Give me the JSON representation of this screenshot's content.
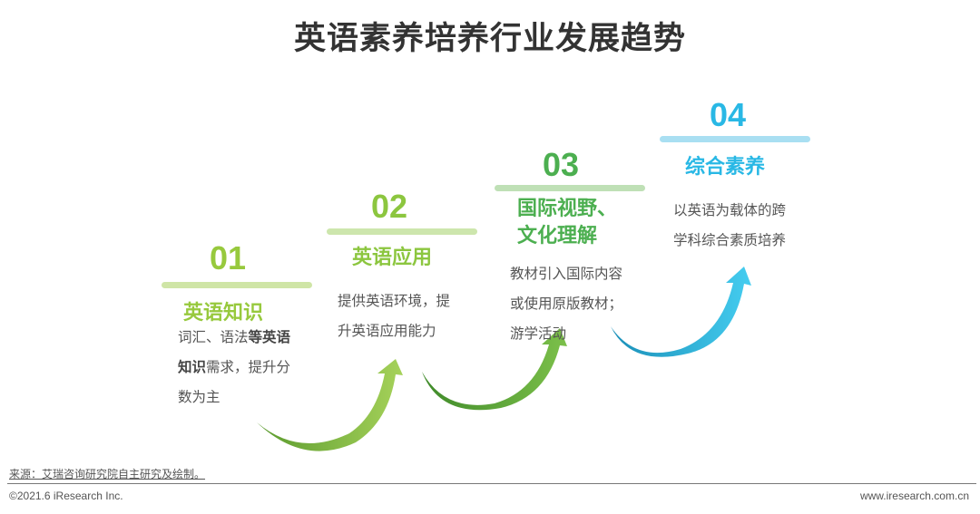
{
  "title": "英语素养培养行业发展趋势",
  "steps": [
    {
      "number": "01",
      "heading": "英语知识",
      "desc_lines": [
        [
          "词汇、语法",
          "等英语"
        ],
        [
          "知识",
          "需求，提升分"
        ],
        [
          "数为主",
          ""
        ]
      ],
      "color": "#97c93d",
      "bar_color": "#cfe5a6"
    },
    {
      "number": "02",
      "heading": "英语应用",
      "desc_lines": [
        "提供英语环境，提",
        "升英语应用能力"
      ],
      "color": "#8cc63f",
      "bar_color": "#cde6ad"
    },
    {
      "number": "03",
      "heading_lines": [
        "国际视野、",
        "文化理解"
      ],
      "desc_lines": [
        "教材引入国际内容",
        "或使用原版教材；",
        "游学活动"
      ],
      "color": "#4caf50",
      "bar_color": "#bfe0b6"
    },
    {
      "number": "04",
      "heading": "综合素养",
      "desc_lines": [
        "以英语为载体的跨",
        "学科综合素质培养"
      ],
      "color": "#29b8e5",
      "bar_color": "#a9dff2"
    }
  ],
  "footer": {
    "source": "来源：艾瑞咨询研究院自主研究及绘制。",
    "copyright": "©2021.6 iResearch Inc.",
    "website": "www.iresearch.com.cn"
  }
}
